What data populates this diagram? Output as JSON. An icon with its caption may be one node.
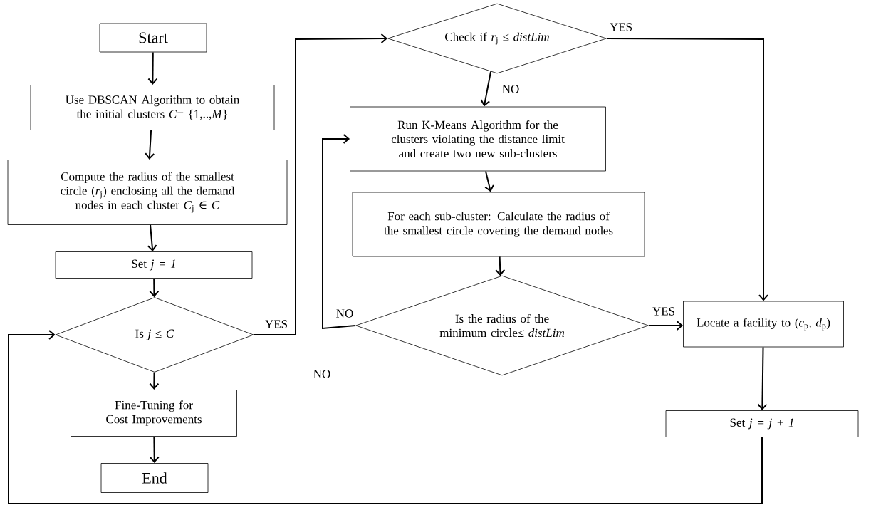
{
  "diagram": {
    "nodes": [
      {
        "text": [
          "Start"
        ]
      },
      {
        "text": [
          "Use DBSCAN Algorithm to obtain the initial clusters *C*= {1,..,*M*}"
        ]
      },
      {
        "text": [
          "Compute the radius of the smallest circle (*r*$_{j}$) enclosing all the demand nodes in each cluster *C*$_{j}$ ∈ *C*"
        ]
      },
      {
        "text": [
          "Set  *j = 1*"
        ]
      },
      {
        "text": [
          "Is *j* ≤ *C*"
        ]
      },
      {
        "text": [
          "Fine-Tuning for Cost Improvements"
        ]
      },
      {
        "text": [
          "End"
        ]
      },
      {
        "text": [
          "Check if *r*$_{j}$ ≤ *distLim*"
        ]
      },
      {
        "text": [
          "Run K-Means Algorithm for the clusters violating the distance limit and create two new sub-clusters"
        ]
      },
      {
        "text": [
          "For each sub-cluster: Calculate the radius of the smallest circle covering the demand nodes"
        ]
      },
      {
        "text": [
          "Is the radius of the minimum circle≤ *distLim*"
        ]
      },
      {
        "text": [
          "Locate a facility to (*c*$_{p}$, *d*$_{p}$)"
        ]
      },
      {
        "text": [
          "Set  *j = j + 1*"
        ]
      }
    ],
    "edges": [
      {
        "from": 0,
        "to": 1,
        "arrow": "to"
      },
      {
        "from": 1,
        "to": 2,
        "arrow": "to"
      },
      {
        "from": 2,
        "to": 3,
        "arrow": "to"
      },
      {
        "from": 3,
        "to": 4,
        "arrow": "to"
      },
      {
        "from": 4,
        "to": 5,
        "arrow": "to"
      },
      {
        "from": 5,
        "to": 6,
        "arrow": "to"
      },
      {
        "from": 4,
        "to": 7,
        "arrow": "to",
        "label": "YES"
      },
      {
        "from": 7,
        "to": 11,
        "arrow": "to",
        "label": "YES"
      },
      {
        "from": 7,
        "to": 8,
        "arrow": "to",
        "label": "NO"
      },
      {
        "from": 8,
        "to": 9,
        "arrow": "to"
      },
      {
        "from": 9,
        "to": 10,
        "arrow": "to"
      },
      {
        "from": 10,
        "to": 11,
        "arrow": "to",
        "label": "YES"
      },
      {
        "from": 10,
        "to": 8,
        "arrow": "to",
        "label": "NO"
      },
      {
        "from": 11,
        "to": 12,
        "arrow": "to"
      },
      {
        "from": 12,
        "to": 4,
        "arrow": "to"
      }
    ],
    "labels": [
      "NO"
    ]
  }
}
